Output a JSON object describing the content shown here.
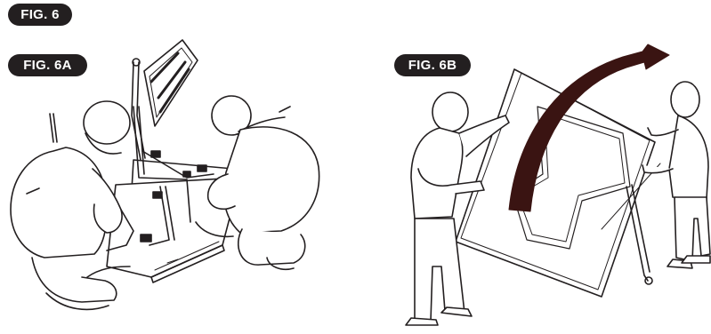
{
  "figures": {
    "main_label": "FIG. 6",
    "left_label": "FIG. 6A",
    "right_label": "FIG. 6B"
  },
  "colors": {
    "badge_bg": "#231f20",
    "line": "#231f20",
    "arrow": "#3a1412"
  },
  "icons": {
    "left_panel": "two-people-crouching-assembling-frame",
    "right_panel": "two-people-tilting-frame-upright",
    "arrow": "curved-rotation-arrow"
  }
}
